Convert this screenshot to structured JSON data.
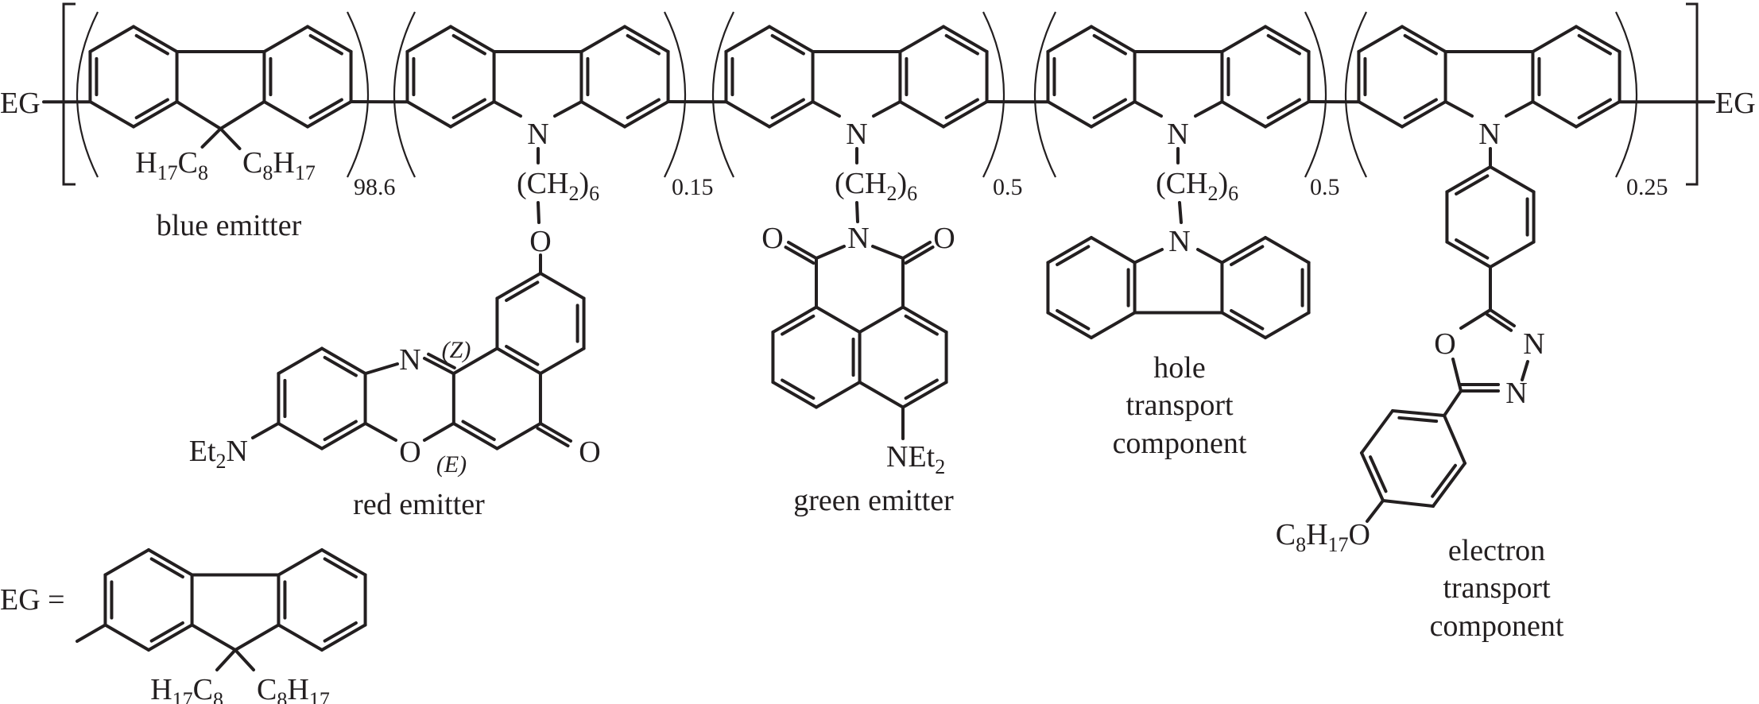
{
  "end_group": {
    "label": "EG",
    "definition_label": "EG ="
  },
  "atoms": {
    "N": "N",
    "O": "O",
    "Z": "(Z)",
    "E": "(E)"
  },
  "formulas": {
    "octyl_left": [
      "H",
      "17",
      "C",
      "8"
    ],
    "octyl_right": [
      "C",
      "8",
      "H",
      "17"
    ],
    "hexyl": [
      "(CH",
      "2",
      ")",
      "6"
    ],
    "et2n": [
      "Et",
      "2",
      "N"
    ],
    "net2": [
      "NEt",
      "2"
    ],
    "octyloxy": [
      "C",
      "8",
      "H",
      "17",
      "O"
    ]
  },
  "units": [
    {
      "label": "blue emitter",
      "fraction": "98.6"
    },
    {
      "label": "red emitter",
      "fraction": "0.15"
    },
    {
      "label": "green emitter",
      "fraction": "0.5"
    },
    {
      "label_lines": [
        "hole",
        "transport",
        "component"
      ],
      "fraction": "0.5"
    },
    {
      "label_lines": [
        "electron",
        "transport",
        "component"
      ],
      "fraction": "0.25"
    }
  ],
  "colors": {
    "ink": "#231f20",
    "background": "#ffffff"
  }
}
